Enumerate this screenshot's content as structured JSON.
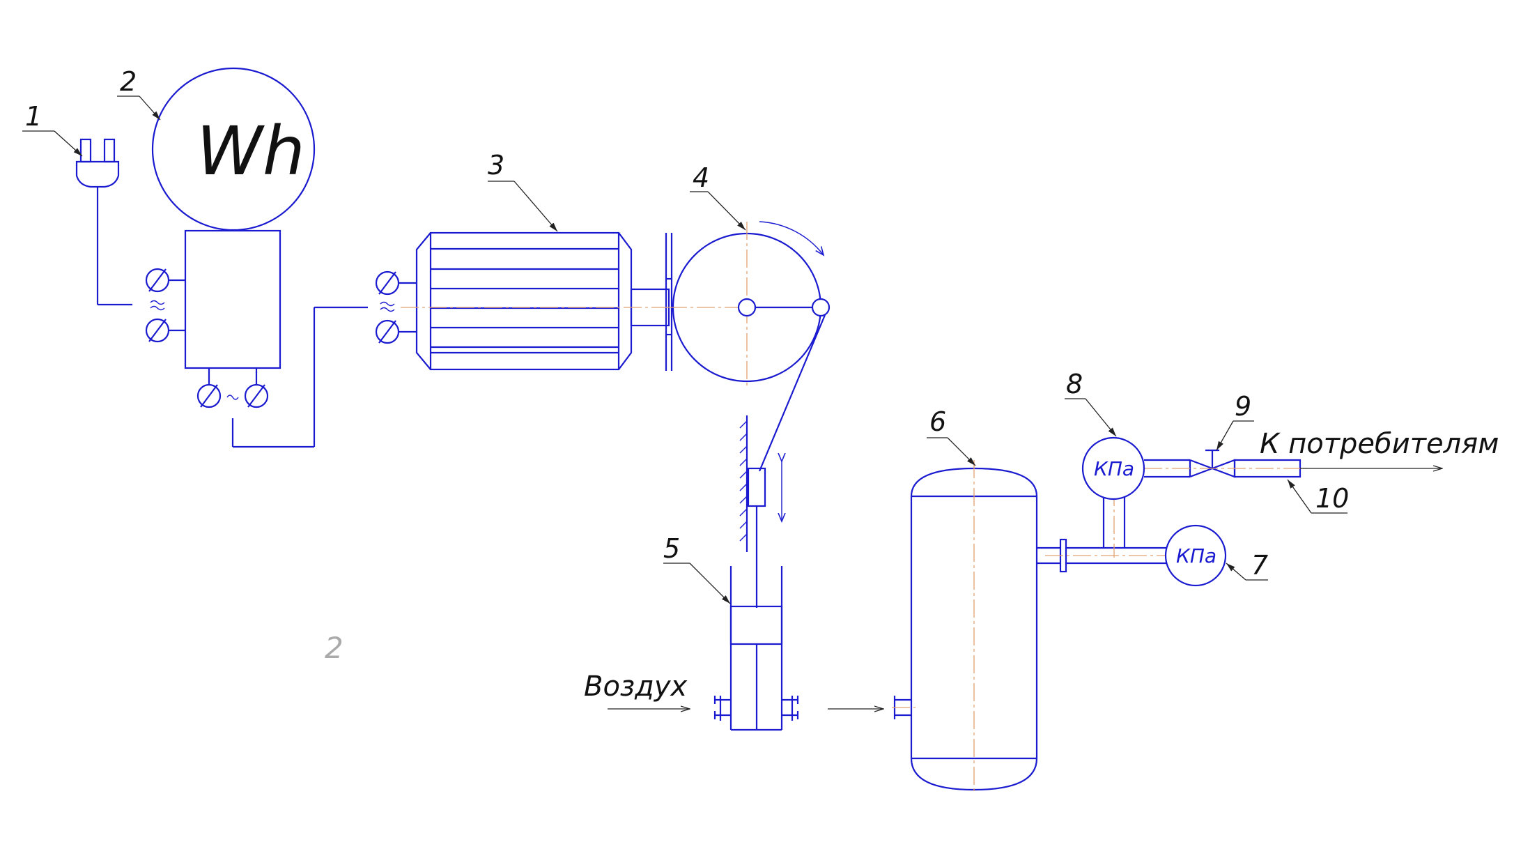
{
  "labels": {
    "n1": "1",
    "n2": "2",
    "n3": "3",
    "n4": "4",
    "n5": "5",
    "n6": "6",
    "n7": "7",
    "n8": "8",
    "n9": "9",
    "n10": "10"
  },
  "meter_text": "Wh",
  "gauge7_text": "КПа",
  "gauge8_text": "КПа",
  "air_label": "Воздух",
  "consumers_label": "К потребителям",
  "page_number": "2",
  "colors": {
    "line": "#1a1ad0",
    "axis": "#e0a070",
    "text": "#111111"
  }
}
